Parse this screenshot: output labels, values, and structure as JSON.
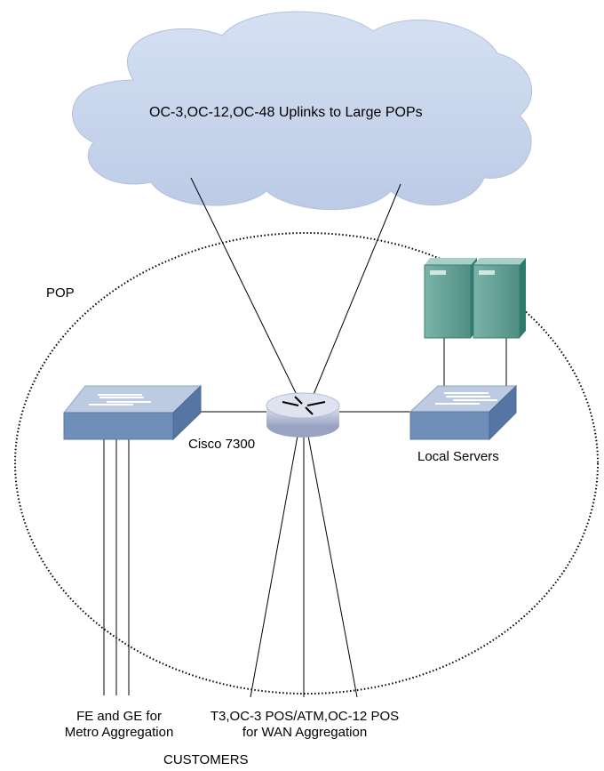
{
  "cloud": {
    "label": "OC-3,OC-12,OC-48 Uplinks to Large POPs"
  },
  "pop": {
    "label": "POP"
  },
  "router": {
    "label": "Cisco 7300"
  },
  "servers": {
    "label": "Local Servers"
  },
  "metro": {
    "line1": "FE and GE for",
    "line2": "Metro Aggregation"
  },
  "wan": {
    "line1": "T3,OC-3 POS/ATM,OC-12 POS",
    "line2": "for WAN Aggregation"
  },
  "customers": {
    "label": "CUSTOMERS"
  },
  "colors": {
    "cloud_fill": "#c9d6ec",
    "switch_top": "#b9c8de",
    "switch_front": "#6f8fb7",
    "server_front": "#5e9a90",
    "server_side": "#2f7a6f",
    "router_body": "#c6cbe0"
  }
}
